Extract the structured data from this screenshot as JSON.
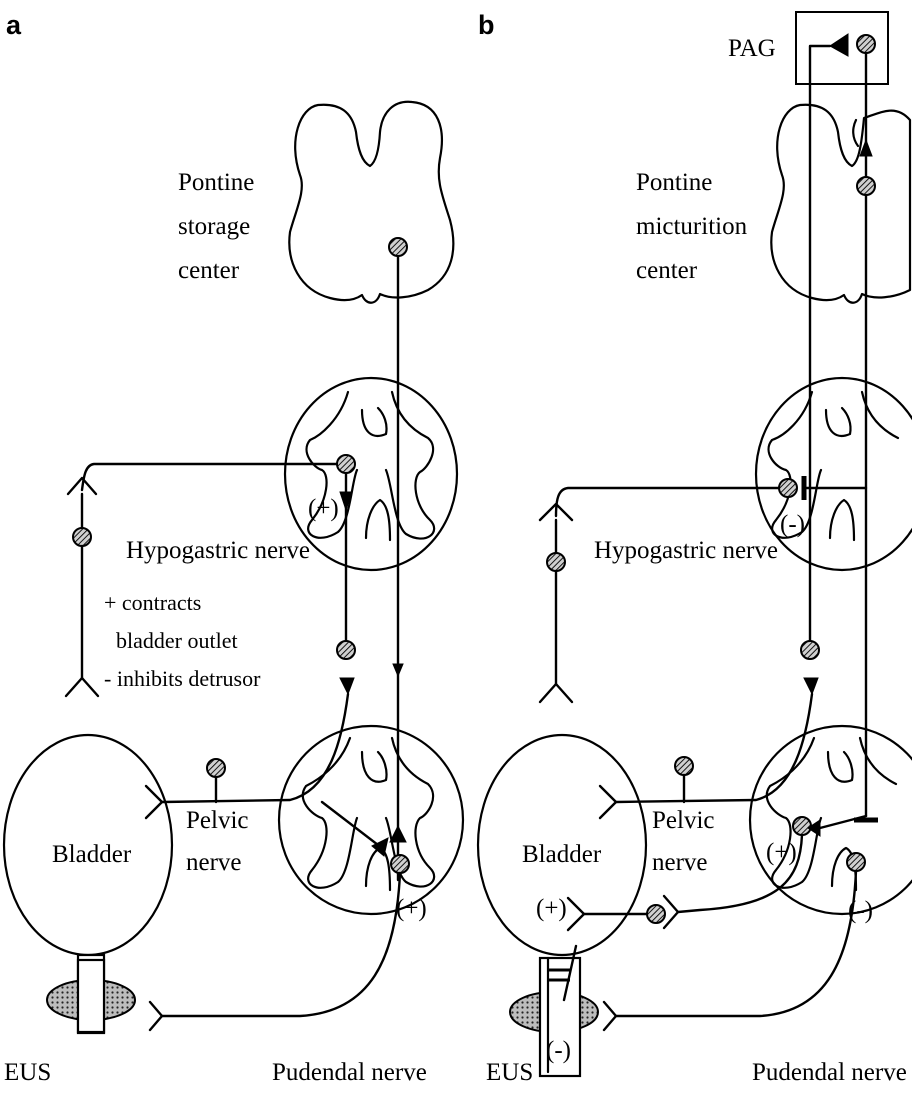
{
  "panels": {
    "a": {
      "letter": "a",
      "brain_center": [
        "Pontine",
        "storage",
        "center"
      ],
      "hypogastric": "Hypogastric nerve",
      "hypogastric_effects": [
        "+ contracts",
        "bladder outlet",
        "- inhibits detrusor"
      ],
      "bladder": "Bladder",
      "pelvic": [
        "Pelvic",
        "nerve"
      ],
      "eus": "EUS",
      "pudendal": "Pudendal nerve",
      "signs": {
        "spinal_upper": "(+)",
        "pudendal": "(+)"
      }
    },
    "b": {
      "letter": "b",
      "pag": "PAG",
      "brain_center": [
        "Pontine",
        "micturition",
        "center"
      ],
      "hypogastric": "Hypogastric nerve",
      "bladder": "Bladder",
      "pelvic": [
        "Pelvic",
        "nerve"
      ],
      "eus": "EUS",
      "pudendal": "Pudendal nerve",
      "signs": {
        "spinal_upper": "(-)",
        "pelvic_cord": "(+)",
        "pudendal_cord": "(-)",
        "detrusor": "(+)",
        "eus": "(-)"
      }
    }
  },
  "colors": {
    "ink": "#000000",
    "neuron_fill": "#555555",
    "eus_fill": "#9a9a9a"
  }
}
